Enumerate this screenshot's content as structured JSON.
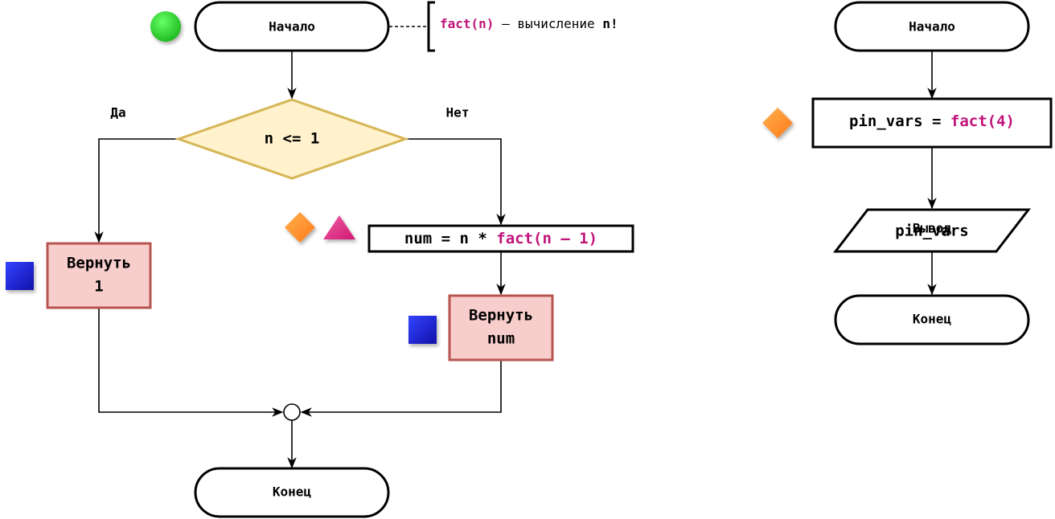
{
  "left_flow": {
    "start_label": "Начало",
    "comment": {
      "func": "fact(n)",
      "dash": " – ",
      "text": "вычисление ",
      "var": "n!"
    },
    "condition": "n <= 1",
    "yes_label": "Да",
    "no_label": "Нет",
    "process": {
      "lhs": "num = n * ",
      "call": "fact(n – 1)"
    },
    "return_one": [
      "Вернуть",
      "1"
    ],
    "return_num": [
      "Вернуть",
      "num"
    ],
    "end_label": "Конец"
  },
  "right_flow": {
    "start_label": "Начало",
    "process": {
      "lhs": "pin_vars = ",
      "call": "fact(4)"
    },
    "output": [
      "Вывод",
      "pin_vars"
    ],
    "end_label": "Конец"
  },
  "colors": {
    "stroke": "#000000",
    "decision_fill": "#fff2cc",
    "decision_stroke": "#d6b656",
    "return_fill": "#f8cecc",
    "return_stroke": "#b85450",
    "code_accent": "#c0147a",
    "marker_green": "#33cc33",
    "marker_orange": "#ff9933",
    "marker_pink": "#e6308a",
    "marker_blue": "#2222dd"
  },
  "icons": [
    "green-circle-icon",
    "orange-diamond-icon",
    "pink-triangle-icon",
    "blue-square-icon"
  ]
}
